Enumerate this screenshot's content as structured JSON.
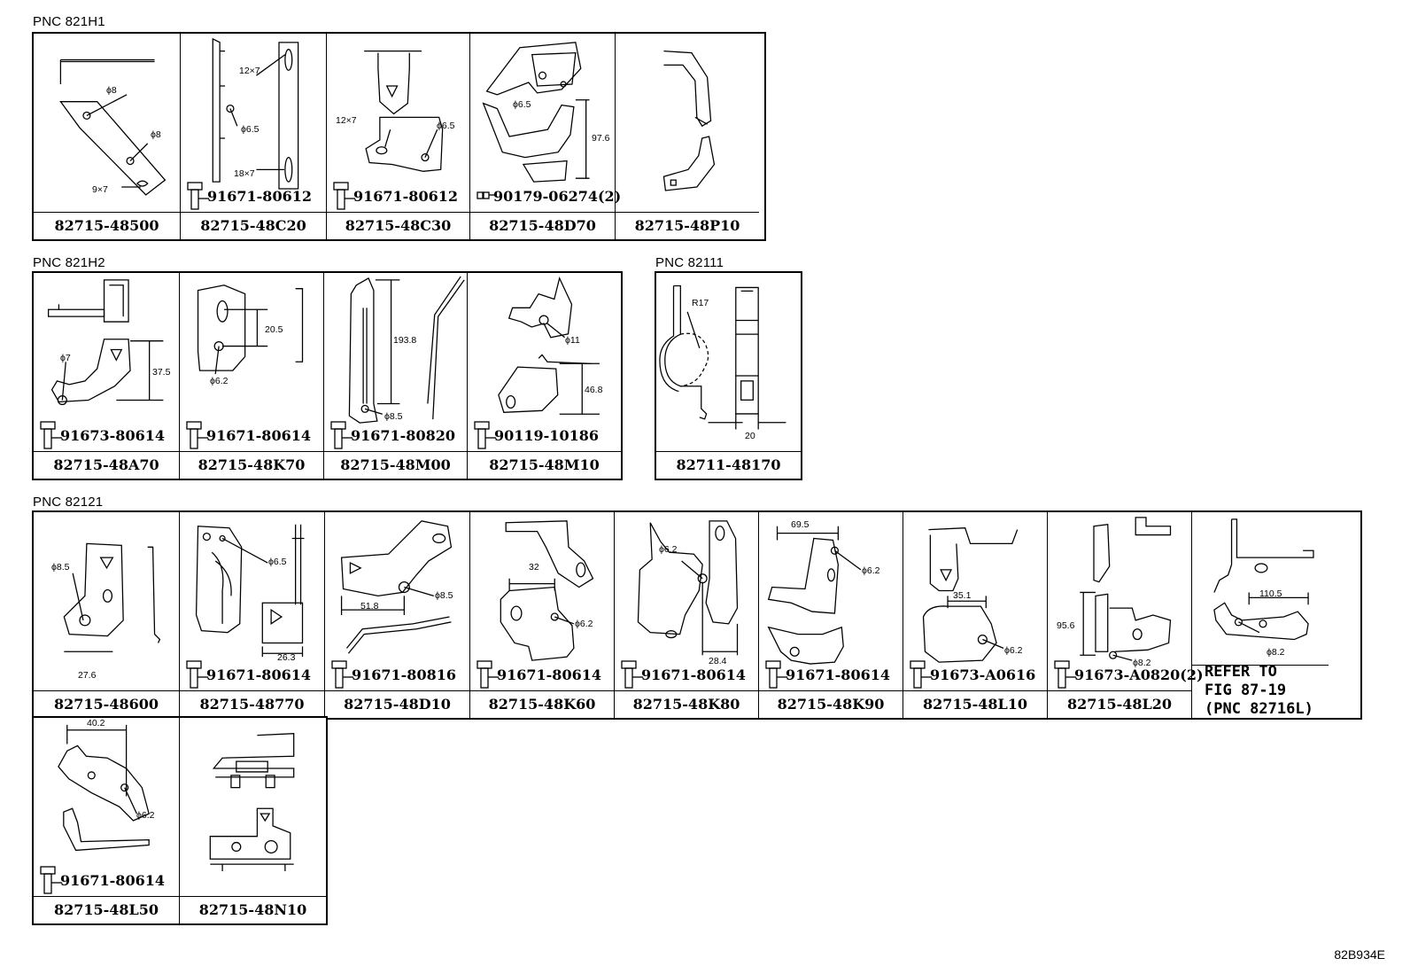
{
  "illustration_code": "82B934E",
  "groups": [
    {
      "label": "PNC 821H1",
      "parts": [
        {
          "part_no": "82715-48500",
          "bolt": "",
          "dims": [
            "ϕ8",
            "ϕ8",
            "9×7"
          ]
        },
        {
          "part_no": "82715-48C20",
          "bolt": "91671-80612",
          "dims": [
            "12×7",
            "ϕ6.5",
            "18×7"
          ]
        },
        {
          "part_no": "82715-48C30",
          "bolt": "91671-80612",
          "dims": [
            "12×7",
            "ϕ6.5"
          ]
        },
        {
          "part_no": "82715-48D70",
          "bolt": "90179-06274(2)",
          "dims": [
            "ϕ6.5",
            "97.6"
          ]
        },
        {
          "part_no": "82715-48P10",
          "bolt": "",
          "dims": []
        }
      ]
    },
    {
      "label": "PNC 821H2",
      "parts": [
        {
          "part_no": "82715-48A70",
          "bolt": "91673-80614",
          "dims": [
            "ϕ7",
            "37.5"
          ]
        },
        {
          "part_no": "82715-48K70",
          "bolt": "91671-80614",
          "dims": [
            "20.5",
            "ϕ6.2"
          ]
        },
        {
          "part_no": "82715-48M00",
          "bolt": "91671-80820",
          "dims": [
            "193.8",
            "ϕ8.5"
          ]
        },
        {
          "part_no": "82715-48M10",
          "bolt": "90119-10186",
          "dims": [
            "ϕ11",
            "46.8"
          ]
        }
      ]
    },
    {
      "label": "PNC 82111",
      "parts": [
        {
          "part_no": "82711-48170",
          "bolt": "",
          "dims": [
            "R17",
            "20"
          ]
        }
      ]
    },
    {
      "label": "PNC 82121",
      "parts": [
        {
          "part_no": "82715-48600",
          "bolt": "",
          "dims": [
            "ϕ8.5",
            "27.6"
          ]
        },
        {
          "part_no": "82715-48770",
          "bolt": "91671-80614",
          "dims": [
            "ϕ6.5",
            "26.3"
          ]
        },
        {
          "part_no": "82715-48D10",
          "bolt": "91671-80816",
          "dims": [
            "51.8",
            "ϕ8.5"
          ]
        },
        {
          "part_no": "82715-48K60",
          "bolt": "91671-80614",
          "dims": [
            "32",
            "ϕ6.2"
          ]
        },
        {
          "part_no": "82715-48K80",
          "bolt": "91671-80614",
          "dims": [
            "ϕ6.2",
            "28.4"
          ]
        },
        {
          "part_no": "82715-48K90",
          "bolt": "91671-80614",
          "dims": [
            "69.5",
            "ϕ6.2"
          ]
        },
        {
          "part_no": "82715-48L10",
          "bolt": "91673-A0616",
          "dims": [
            "35.1",
            "ϕ6.2"
          ]
        },
        {
          "part_no": "82715-48L20",
          "bolt": "91673-A0820(2)",
          "dims": [
            "95.6",
            "ϕ8.2"
          ]
        },
        {
          "part_no": "",
          "bolt": "",
          "dims": [
            "110.5",
            "ϕ8.2"
          ],
          "note": [
            "REFER TO",
            "FIG 87-19",
            "(PNC 82716L)"
          ]
        },
        {
          "part_no": "82715-48L50",
          "bolt": "91671-80614",
          "dims": [
            "40.2",
            "ϕ6.2"
          ]
        },
        {
          "part_no": "82715-48N10",
          "bolt": "",
          "dims": []
        }
      ]
    }
  ]
}
